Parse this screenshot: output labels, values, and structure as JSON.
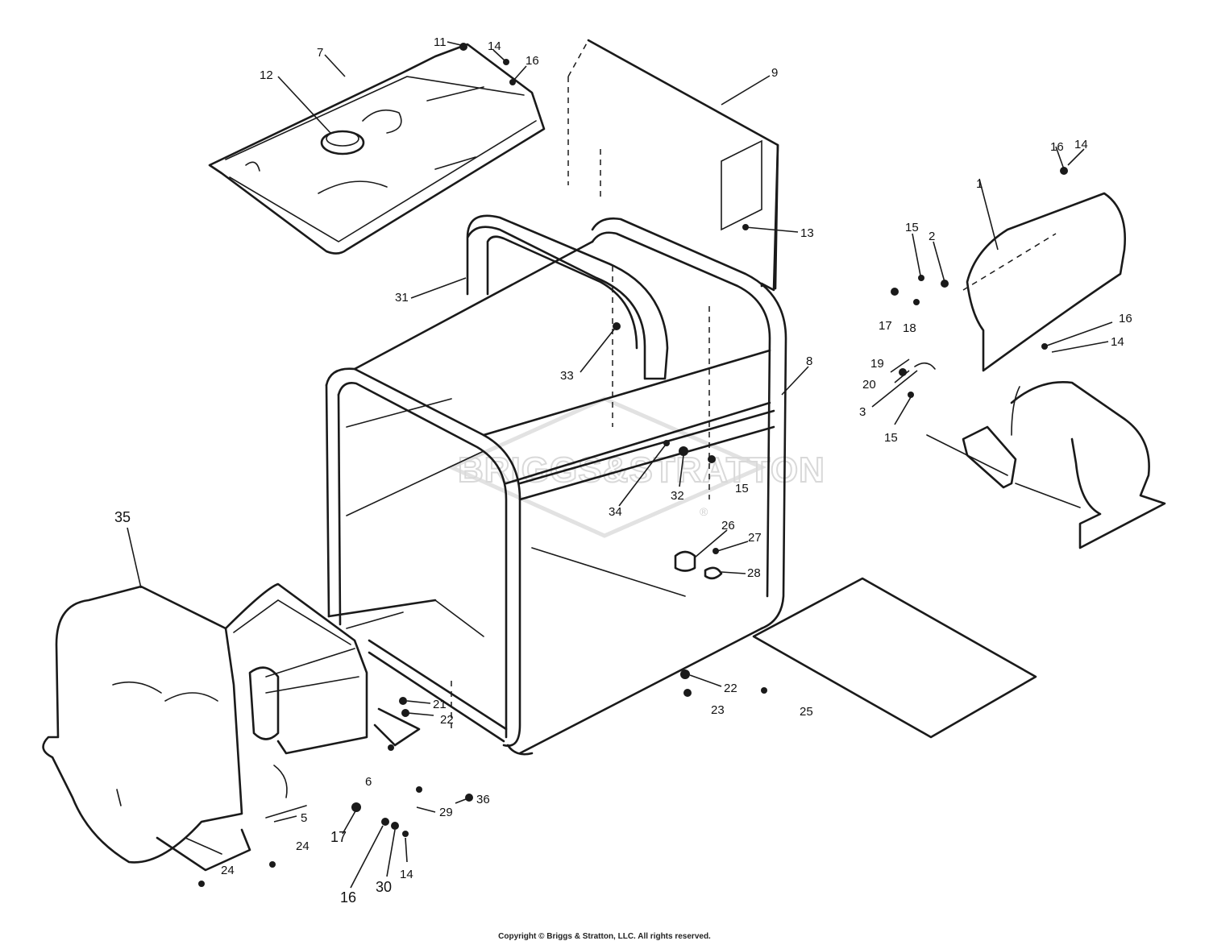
{
  "watermark": {
    "brand": "BRIGGS&STRATTON",
    "mark": "®"
  },
  "copyright": "Copyright © Briggs & Stratton, LLC. All rights reserved.",
  "callouts": [
    {
      "id": "c35",
      "text": "35",
      "big": true
    },
    {
      "id": "c7",
      "text": "7"
    },
    {
      "id": "c12",
      "text": "12"
    },
    {
      "id": "c11",
      "text": "11"
    },
    {
      "id": "c14a",
      "text": "14"
    },
    {
      "id": "c16a",
      "text": "16"
    },
    {
      "id": "c9",
      "text": "9"
    },
    {
      "id": "c13",
      "text": "13"
    },
    {
      "id": "c31",
      "text": "31"
    },
    {
      "id": "c33",
      "text": "33"
    },
    {
      "id": "c8",
      "text": "8"
    },
    {
      "id": "c34",
      "text": "34"
    },
    {
      "id": "c32",
      "text": "32"
    },
    {
      "id": "c15a",
      "text": "15"
    },
    {
      "id": "c26",
      "text": "26"
    },
    {
      "id": "c27",
      "text": "27"
    },
    {
      "id": "c28",
      "text": "28"
    },
    {
      "id": "c22a",
      "text": "22"
    },
    {
      "id": "c23",
      "text": "23"
    },
    {
      "id": "c25",
      "text": "25"
    },
    {
      "id": "c21",
      "text": "21"
    },
    {
      "id": "c22b",
      "text": "22"
    },
    {
      "id": "c6",
      "text": "6"
    },
    {
      "id": "c36",
      "text": "36"
    },
    {
      "id": "c29",
      "text": "29"
    },
    {
      "id": "c5",
      "text": "5"
    },
    {
      "id": "c17a",
      "text": "17",
      "big": true
    },
    {
      "id": "c24a",
      "text": "24"
    },
    {
      "id": "c24b",
      "text": "24"
    },
    {
      "id": "c16b",
      "text": "16",
      "big": true
    },
    {
      "id": "c30",
      "text": "30",
      "big": true
    },
    {
      "id": "c14b",
      "text": "14"
    },
    {
      "id": "c1",
      "text": "1"
    },
    {
      "id": "c16c",
      "text": "16"
    },
    {
      "id": "c14c",
      "text": "14"
    },
    {
      "id": "c15b",
      "text": "15"
    },
    {
      "id": "c2",
      "text": "2"
    },
    {
      "id": "c17b",
      "text": "17"
    },
    {
      "id": "c18",
      "text": "18"
    },
    {
      "id": "c16d",
      "text": "16"
    },
    {
      "id": "c14d",
      "text": "14"
    },
    {
      "id": "c19",
      "text": "19"
    },
    {
      "id": "c20",
      "text": "20"
    },
    {
      "id": "c3",
      "text": "3"
    },
    {
      "id": "c15c",
      "text": "15"
    }
  ]
}
